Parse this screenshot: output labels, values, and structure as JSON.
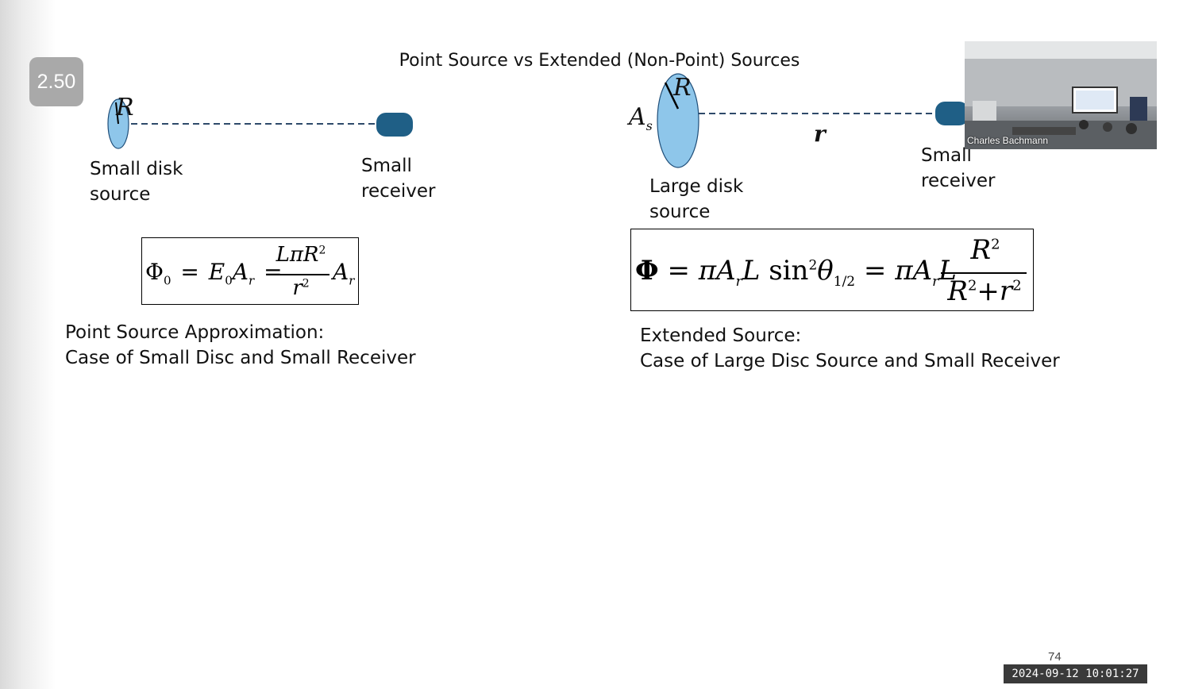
{
  "player": {
    "speed_badge": "2.50",
    "presenter_name": "Charles Bachmann",
    "timestamp": "2024-09-12  10:01:27"
  },
  "slide": {
    "title": "Point Source vs Extended (Non-Point) Sources",
    "page_number": "74",
    "left": {
      "radius_label": "R",
      "source_label_line1": "Small disk",
      "source_label_line2": "source",
      "receiver_label_line1": "Small",
      "receiver_label_line2": "receiver",
      "equation": {
        "phi": "Φ",
        "phi_sub": "0",
        "eq1": "=",
        "E": "E",
        "E_sub": "0",
        "A": "A",
        "A_sub": "r",
        "eq2": "=",
        "numerator": "LπR",
        "numerator_sup": "2",
        "denominator": "r",
        "denominator_sup": "2",
        "A2": "A",
        "A2_sub": "r"
      },
      "caption_line1": "Point Source Approximation:",
      "caption_line2": "Case of Small Disc and Small Receiver"
    },
    "right": {
      "radius_label": "R",
      "area_label": "A",
      "area_sub": "s",
      "distance_label": "r",
      "source_label_line1": "Large disk",
      "source_label_line2": "source",
      "receiver_label_line1": "Small",
      "receiver_label_line2": "receiver",
      "equation": {
        "phi": "Φ",
        "eq1": "=",
        "pi1": "π",
        "A": "A",
        "A_sub": "r",
        "L": "L",
        "sin": "sin",
        "sin_sup": "2",
        "theta": "θ",
        "theta_sub": "1/2",
        "eq2": "=",
        "pi2": "π",
        "A2": "A",
        "A2_sub": "r",
        "L2": "L",
        "numerator": "R",
        "numerator_sup": "2",
        "den_R": "R",
        "den_R_sup": "2",
        "den_plus": "+",
        "den_r": "r",
        "den_r_sup": "2"
      },
      "caption_line1": "Extended Source:",
      "caption_line2": "Case of Large Disc Source and Small Receiver"
    }
  },
  "colors": {
    "disk_fill": "#8ec6ea",
    "receiver_fill": "#1f5f86",
    "dash_line": "#2e4a6a"
  }
}
